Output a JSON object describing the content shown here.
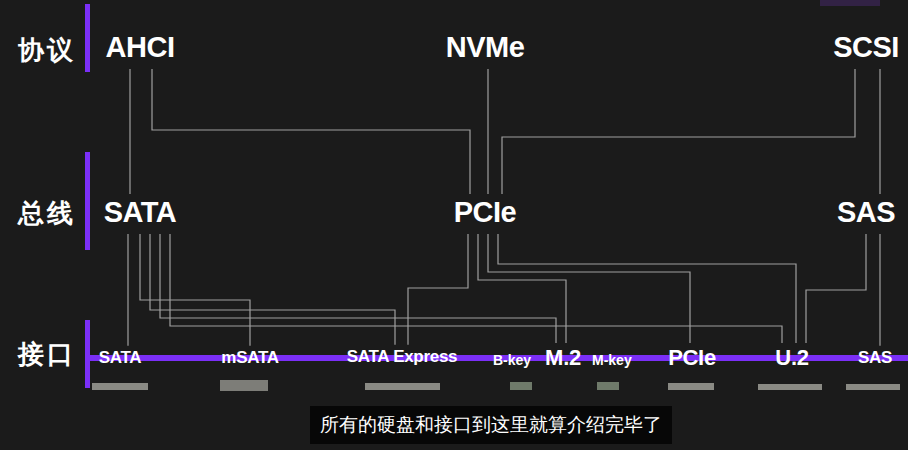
{
  "diagram": {
    "caption": "所有的硬盘和接口到这里就算介绍完毕了",
    "nodes": [
      {
        "text": [
          "AHCI"
        ]
      },
      {
        "text": [
          "NVMe"
        ]
      },
      {
        "text": [
          "SCSI"
        ]
      },
      {
        "text": [
          "SATA"
        ]
      },
      {
        "text": [
          "PCIe"
        ]
      },
      {
        "text": [
          "SAS"
        ]
      },
      {
        "text": [
          "SATA"
        ]
      },
      {
        "text": [
          "mSATA"
        ]
      },
      {
        "text": [
          "SATA Express"
        ]
      },
      {
        "text": [
          "M.2"
        ]
      },
      {
        "text": [
          "PCIe"
        ]
      },
      {
        "text": [
          "U.2"
        ]
      },
      {
        "text": [
          "SAS"
        ]
      }
    ],
    "edges": [
      {
        "from": 0,
        "to": 3,
        "arrow": "none"
      },
      {
        "from": 0,
        "to": 4,
        "arrow": "none"
      },
      {
        "from": 1,
        "to": 4,
        "arrow": "none"
      },
      {
        "from": 2,
        "to": 4,
        "arrow": "none"
      },
      {
        "from": 2,
        "to": 5,
        "arrow": "none"
      },
      {
        "from": 3,
        "to": 6,
        "arrow": "none"
      },
      {
        "from": 3,
        "to": 7,
        "arrow": "none"
      },
      {
        "from": 3,
        "to": 8,
        "arrow": "none"
      },
      {
        "from": 3,
        "to": 9,
        "arrow": "none"
      },
      {
        "from": 3,
        "to": 11,
        "arrow": "none"
      },
      {
        "from": 4,
        "to": 8,
        "arrow": "none"
      },
      {
        "from": 4,
        "to": 9,
        "arrow": "none"
      },
      {
        "from": 4,
        "to": 10,
        "arrow": "none"
      },
      {
        "from": 4,
        "to": 11,
        "arrow": "none"
      },
      {
        "from": 5,
        "to": 11,
        "arrow": "none"
      },
      {
        "from": 5,
        "to": 12,
        "arrow": "none"
      }
    ],
    "labels": [
      "协议",
      "总线",
      "接口",
      "B-key",
      "M-key"
    ]
  }
}
